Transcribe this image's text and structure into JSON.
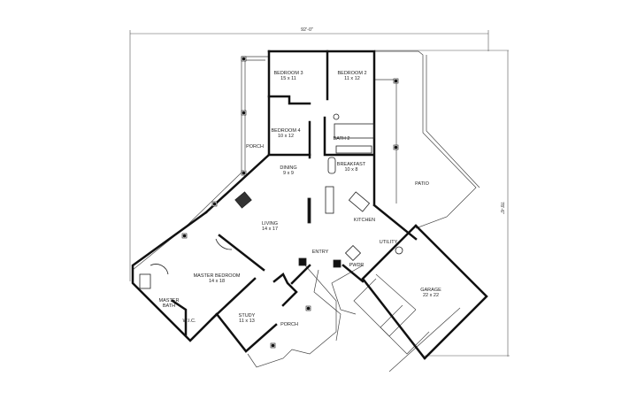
{
  "dimensions": {
    "width": "92'-0\"",
    "depth": "78'-6\""
  },
  "rooms": [
    {
      "name": "BEDROOM 3",
      "size": "15 x 11"
    },
    {
      "name": "BEDROOM 2",
      "size": "11 x 12"
    },
    {
      "name": "BEDROOM 4",
      "size": "10 x 12"
    },
    {
      "name": "BATH 2",
      "size": ""
    },
    {
      "name": "PORCH",
      "size": ""
    },
    {
      "name": "DINING",
      "size": "9 x 9"
    },
    {
      "name": "BREAKFAST",
      "size": "10 x 8"
    },
    {
      "name": "PATIO",
      "size": ""
    },
    {
      "name": "LIVING",
      "size": "14 x 17"
    },
    {
      "name": "KITCHEN",
      "size": ""
    },
    {
      "name": "UTILITY",
      "size": ""
    },
    {
      "name": "ENTRY",
      "size": ""
    },
    {
      "name": "PWDR",
      "size": ""
    },
    {
      "name": "MASTER BEDROOM",
      "size": "14 x 18"
    },
    {
      "name": "GARAGE",
      "size": "22 x 22"
    },
    {
      "name": "MASTER BATH",
      "size": ""
    },
    {
      "name": "W.I.C.",
      "size": ""
    },
    {
      "name": "STUDY",
      "size": "11 x 13"
    },
    {
      "name": "PORCH",
      "size": ""
    }
  ]
}
